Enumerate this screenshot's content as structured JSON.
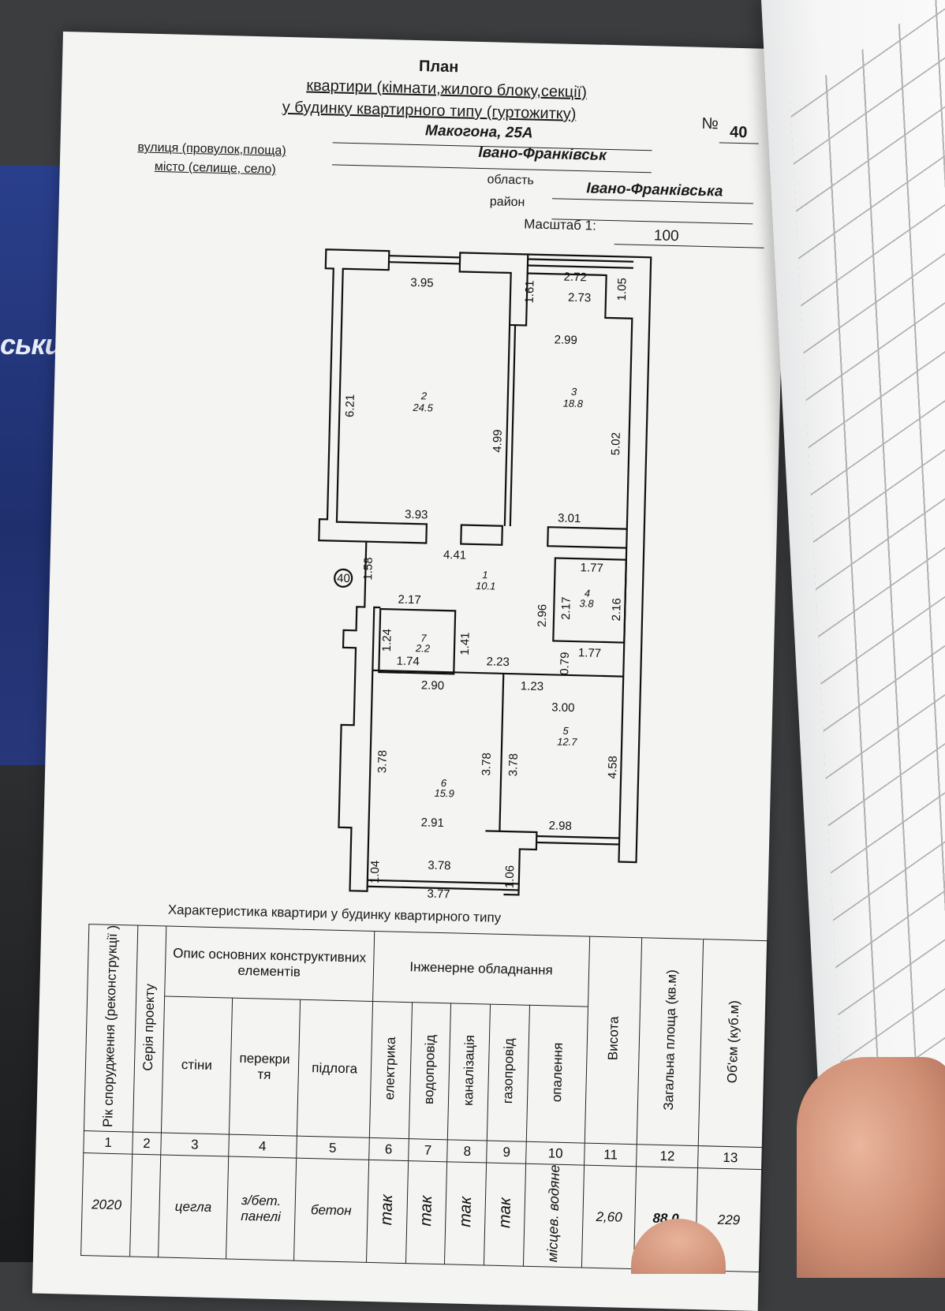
{
  "title": {
    "line1": "План",
    "line2": "квартири (кімнати,жилого блоку,секції)",
    "line3": "у будинку квартирного типу (гуртожитку)",
    "number_label": "№",
    "number_value": "40"
  },
  "address": {
    "street_label": "вулиця (провулок,площа)",
    "street_value": "Макогона, 25А",
    "city_label": "місто (селище, село)",
    "city_value": "Івано-Франківськ",
    "oblast_label": "область",
    "oblast_value": "Івано-Франківська",
    "district_label": "район",
    "scale_label": "Масштаб 1:",
    "scale_value": "100"
  },
  "plan": {
    "apartment_marker": "40",
    "rooms": [
      {
        "number": "1",
        "area": "10.1"
      },
      {
        "number": "2",
        "area": "24.5"
      },
      {
        "number": "3",
        "area": "18.8"
      },
      {
        "number": "4",
        "area": "3.8"
      },
      {
        "number": "5",
        "area": "12.7"
      },
      {
        "number": "6",
        "area": "15.9"
      },
      {
        "number": "7",
        "area": "2.2"
      }
    ],
    "dimensions": [
      "3.95",
      "2.72",
      "2.73",
      "1.61",
      "1.05",
      "2.99",
      "6.21",
      "4.99",
      "5.02",
      "3.93",
      "3.01",
      "4.41",
      "1.58",
      "1.77",
      "2.17",
      "2.16",
      "2.96",
      "2.17",
      "1.24",
      "1.41",
      "1.74",
      "2.23",
      "0.79",
      "1.77",
      "2.90",
      "1.23",
      "3.00",
      "3.78",
      "3.78",
      "3.78",
      "4.58",
      "2.91",
      "2.98",
      "3.78",
      "1.04",
      "1.06",
      "3.77"
    ]
  },
  "characteristics": {
    "caption": "Характеристика квартири у будинку квартирного типу",
    "headers": {
      "year": "Рік спорудження (реконструкції )",
      "series": "Серія проекту",
      "main_elements": "Опис основних конструктивних елементів",
      "walls": "стіни",
      "floors_slab": "перекри тя",
      "floor": "підлога",
      "engineering": "Інженерне обладнання",
      "electricity": "електрика",
      "water": "водопровід",
      "sewage": "каналізація",
      "gas": "газопровід",
      "heating": "опалення",
      "height": "Висота",
      "total_area": "Загальна площа (кв.м)",
      "volume": "Об'єм (куб.м)"
    },
    "col_numbers": [
      "1",
      "2",
      "3",
      "4",
      "5",
      "6",
      "7",
      "8",
      "9",
      "10",
      "11",
      "12",
      "13"
    ],
    "values": {
      "year": "2020",
      "series": "",
      "walls": "цегла",
      "floors_slab": "з/бет. панелі",
      "floor": "бетон",
      "electricity": "так",
      "water": "так",
      "sewage": "так",
      "gas": "так",
      "heating": "місцев. водяне",
      "height": "2,60",
      "total_area": "88,0",
      "volume": "229"
    }
  },
  "background": {
    "folder_text": "ськи"
  },
  "colors": {
    "paper": "#f4f4f2",
    "ink": "#1a1a1a",
    "folder_blue": "#2a3f8c"
  }
}
